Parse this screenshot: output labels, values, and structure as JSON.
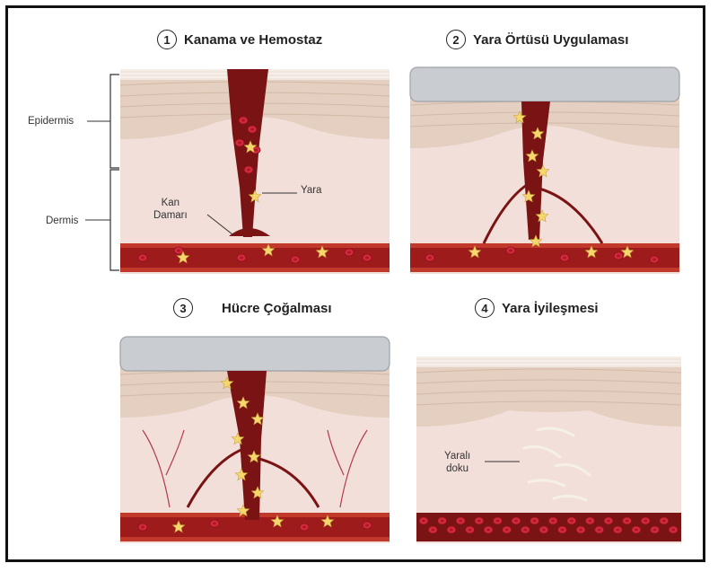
{
  "panels": [
    {
      "number": "1",
      "title": "Kanama ve Hemostaz"
    },
    {
      "number": "2",
      "title": "Yara Örtüsü Uygulaması"
    },
    {
      "number": "3",
      "title": "Hücre Çoğalması"
    },
    {
      "number": "4",
      "title": "Yara İyileşmesi"
    }
  ],
  "labels": {
    "epidermis": "Epidermis",
    "dermis": "Dermis",
    "yara": "Yara",
    "kan_damari_1": "Kan",
    "kan_damari_2": "Damarı",
    "yarali_doku_1": "Yaralı",
    "yarali_doku_2": "doku"
  },
  "colors": {
    "blood_dark": "#7a1414",
    "blood": "#9e1b1b",
    "vessel_red": "#c0392b",
    "skin_pink": "#f3dfd9",
    "epidermis_tan": "#e4cfc0",
    "cell_star": "#f5d76e",
    "dressing_gray": "#c9ccd0"
  }
}
